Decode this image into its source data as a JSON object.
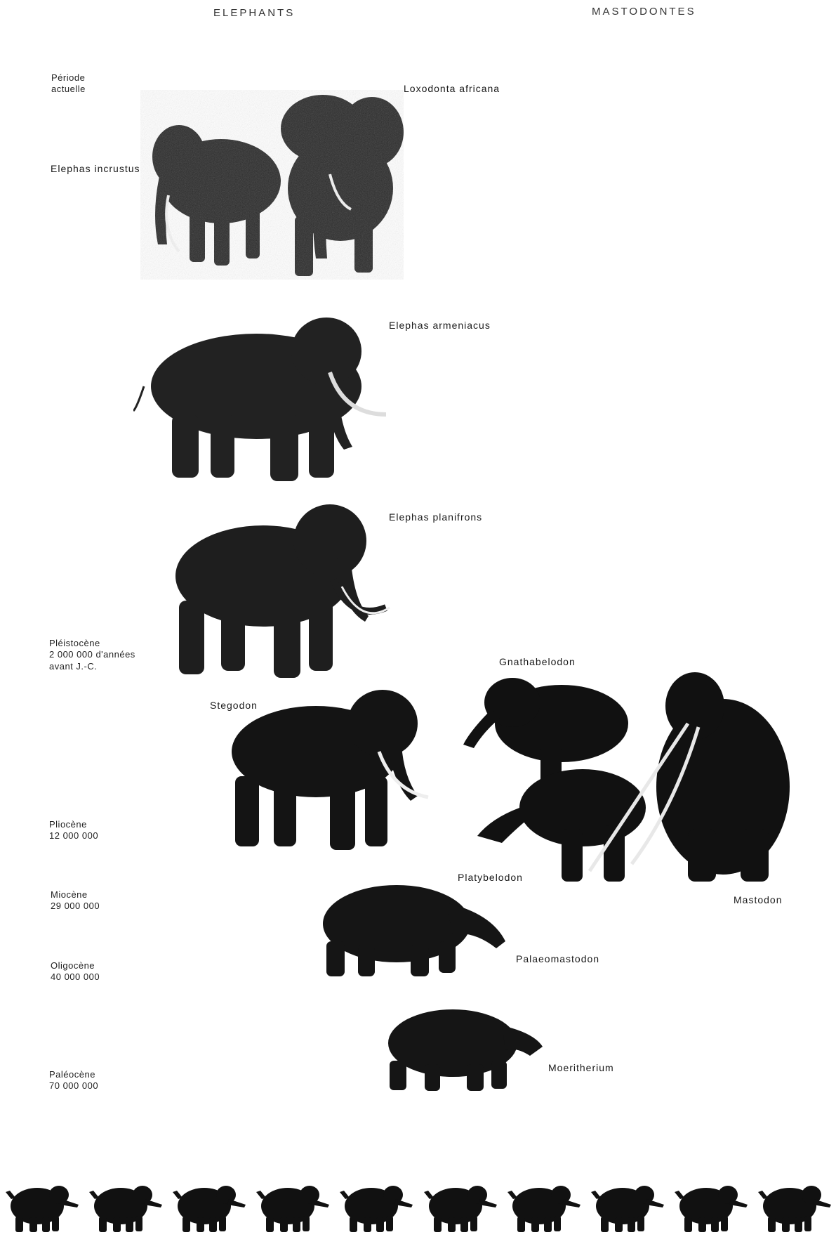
{
  "headers": {
    "elephants": "ELEPHANTS",
    "mastodontes": "MASTODONTES"
  },
  "periods": {
    "actuelle": {
      "name": "Période",
      "value": "actuelle"
    },
    "pleistocene": {
      "name": "Pléistocène",
      "value": "2 000 000 d'années",
      "extra": "avant J.-C."
    },
    "pliocene": {
      "name": "Pliocène",
      "value": "12 000 000"
    },
    "miocene": {
      "name": "Miocène",
      "value": "29 000 000"
    },
    "oligocene": {
      "name": "Oligocène",
      "value": "40 000 000"
    },
    "paleocene": {
      "name": "Paléocène",
      "value": "70 000 000"
    }
  },
  "species": {
    "loxodonta": "Loxodonta africana",
    "incrustus": "Elephas incrustus",
    "armeniacus": "Elephas armeniacus",
    "planifrons": "Elephas planifrons",
    "gnathabelodon": "Gnathabelodon",
    "stegodon": "Stegodon",
    "platybelodon": "Platybelodon",
    "mastodon": "Mastodon",
    "palaeomastodon": "Palaeomastodon",
    "moeritherium": "Moeritherium"
  },
  "strip_count": 10,
  "colors": {
    "ink": "#111111",
    "paper": "#ffffff"
  }
}
